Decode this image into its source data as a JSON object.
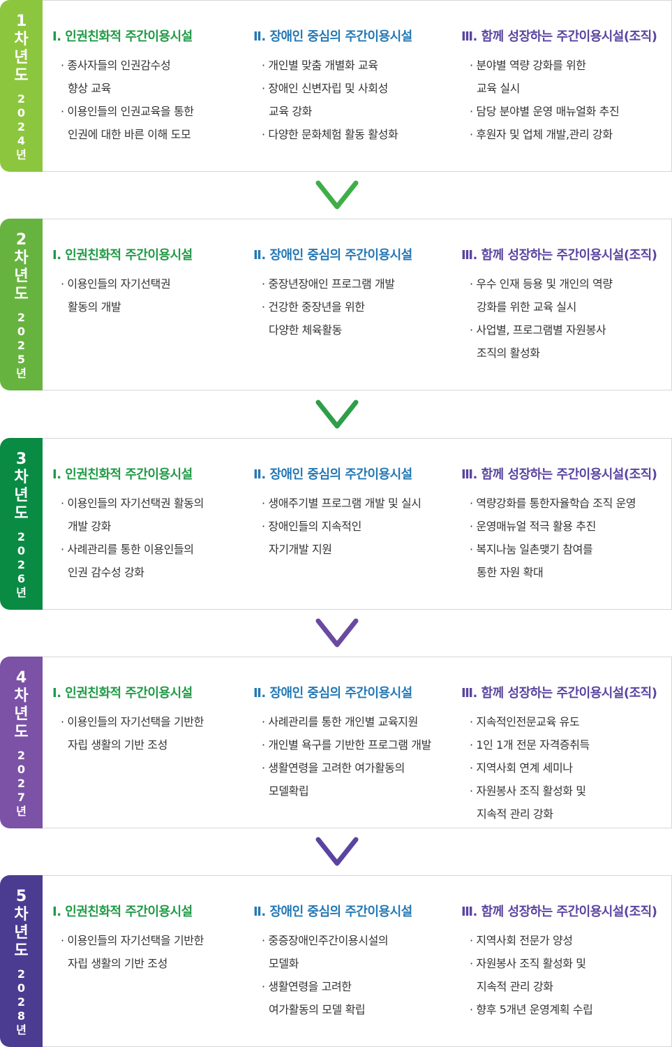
{
  "stages": [
    {
      "ord": [
        "1",
        "차",
        "년",
        "도"
      ],
      "year": [
        "2",
        "0",
        "2",
        "4",
        "년"
      ],
      "color": "#8cc63e",
      "cols": [
        {
          "head": "Ⅰ. 인권친화적 주간이용시설",
          "items": [
            [
              "· 종사자들의 인권감수성",
              "향상 교육"
            ],
            [
              "· 이용인들의 인권교육을 통한",
              "인권에 대한 바른 이해 도모"
            ]
          ]
        },
        {
          "head": "Ⅱ. 장애인 중심의 주간이용시설",
          "items": [
            [
              "· 개인별 맞춤 개별화 교육"
            ],
            [
              "· 장애인 신변자립 및 사회성",
              "교육 강화"
            ],
            [
              "· 다양한 문화체험 활동 활성화"
            ]
          ]
        },
        {
          "head": "Ⅲ. 함께 성장하는 주간이용시설(조직)",
          "items": [
            [
              "· 분야별 역량 강화를 위한",
              "교육 실시"
            ],
            [
              "· 담당 분야별 운영 매뉴얼화 추진"
            ],
            [
              "· 후원자 및 업체 개발,관리 강화"
            ]
          ]
        }
      ]
    },
    {
      "ord": [
        "2",
        "차",
        "년",
        "도"
      ],
      "year": [
        "2",
        "0",
        "2",
        "5",
        "년"
      ],
      "color": "#67b33f",
      "cols": [
        {
          "head": "Ⅰ. 인권친화적 주간이용시설",
          "items": [
            [
              "· 이용인들의 자기선택권",
              "활동의 개발"
            ]
          ]
        },
        {
          "head": "Ⅱ. 장애인 중심의 주간이용시설",
          "items": [
            [
              "· 중장년장애인 프로그램 개발"
            ],
            [
              "· 건강한 중장년을 위한",
              "다양한 체육활동"
            ]
          ]
        },
        {
          "head": "Ⅲ. 함께 성장하는 주간이용시설(조직)",
          "items": [
            [
              "· 우수 인재 등용 및 개인의 역량",
              "강화를 위한 교육 실시"
            ],
            [
              "· 사업별, 프로그램별 자원봉사",
              "조직의 활성화"
            ]
          ]
        }
      ]
    },
    {
      "ord": [
        "3",
        "차",
        "년",
        "도"
      ],
      "year": [
        "2",
        "0",
        "2",
        "6",
        "년"
      ],
      "color": "#0a8b44",
      "cols": [
        {
          "head": "Ⅰ. 인권친화적 주간이용시설",
          "items": [
            [
              "· 이용인들의 자기선택권 활동의",
              "개발 강화"
            ],
            [
              "· 사례관리를 통한 이용인들의",
              "인권 감수성 강화"
            ]
          ]
        },
        {
          "head": "Ⅱ. 장애인 중심의 주간이용시설",
          "items": [
            [
              "· 생애주기별 프로그램 개발 및 실시"
            ],
            [
              "· 장애인들의 지속적인",
              "자기개발 지원"
            ]
          ]
        },
        {
          "head": "Ⅲ. 함께 성장하는 주간이용시설(조직)",
          "items": [
            [
              "· 역량강화를 통한자율학습 조직 운영"
            ],
            [
              "· 운영매뉴얼 적극 활용 추진"
            ],
            [
              "· 복지나눔 일촌맺기 참여를",
              "통한 자원 확대"
            ]
          ]
        }
      ]
    },
    {
      "ord": [
        "4",
        "차",
        "년",
        "도"
      ],
      "year": [
        "2",
        "0",
        "2",
        "7",
        "년"
      ],
      "color": "#7b52a6",
      "cols": [
        {
          "head": "Ⅰ. 인권친화적 주간이용시설",
          "items": [
            [
              "· 이용인들의 자기선택을 기반한",
              "자립 생활의 기반 조성"
            ]
          ]
        },
        {
          "head": "Ⅱ. 장애인 중심의 주간이용시설",
          "items": [
            [
              "· 사례관리를 통한 개인별 교육지원"
            ],
            [
              "· 개인별 욕구를 기반한 프로그램 개발"
            ],
            [
              "· 생활연령을 고려한 여가활동의",
              "모델확립"
            ]
          ]
        },
        {
          "head": "Ⅲ. 함께 성장하는 주간이용시설(조직)",
          "items": [
            [
              "· 지속적인전문교육 유도"
            ],
            [
              "· 1인 1개 전문 자격증취득"
            ],
            [
              "· 지역사회 연계 세미나"
            ],
            [
              "· 자원봉사 조직 활성화 및",
              "지속적 관리 강화"
            ]
          ]
        }
      ]
    },
    {
      "ord": [
        "5",
        "차",
        "년",
        "도"
      ],
      "year": [
        "2",
        "0",
        "2",
        "8",
        "년"
      ],
      "color": "#4b3c91",
      "cols": [
        {
          "head": "Ⅰ. 인권친화적 주간이용시설",
          "items": [
            [
              "· 이용인들의 자기선택을 기반한",
              "자립 생활의 기반 조성"
            ]
          ]
        },
        {
          "head": "Ⅱ. 장애인 중심의 주간이용시설",
          "items": [
            [
              "· 중증장애인주간이용시설의",
              "모델화"
            ],
            [
              "· 생활연령을 고려한",
              "여가활동의 모델 확립"
            ]
          ]
        },
        {
          "head": "Ⅲ. 함께 성장하는 주간이용시설(조직)",
          "items": [
            [
              "· 지역사회 전문가 양성"
            ],
            [
              "· 자원봉사 조직 활성화 및",
              "지속적 관리 강화"
            ],
            [
              "· 향후 5개년 운영계획 수립"
            ]
          ]
        }
      ]
    }
  ],
  "arrows": [
    "#3fae49",
    "#2e9e49",
    "#6a4aa0",
    "#5a44a0"
  ]
}
